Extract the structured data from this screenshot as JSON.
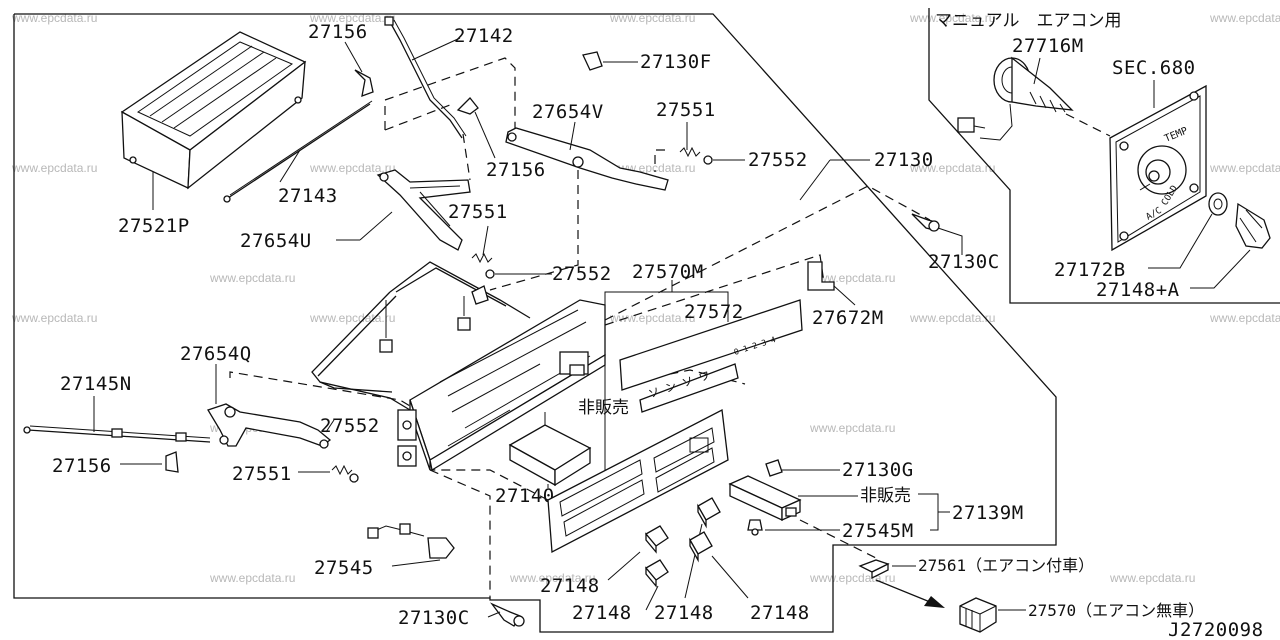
{
  "diagram": {
    "code": "J2720098",
    "watermark_text": "www.epcdata.ru",
    "inset_title": "マニュアル　エアコン用",
    "section_ref": "SEC.680",
    "knob_labels": {
      "temp": "TEMP",
      "cold": "COLD",
      "ac": "A/C"
    },
    "part_labels": {
      "p27156_top": "27156",
      "p27142": "27142",
      "p27130F": "27130F",
      "p27716M": "27716M",
      "p27654V": "27654V",
      "p27551_top": "27551",
      "p27156_mid": "27156",
      "p27552_top": "27552",
      "p27130": "27130",
      "p27143": "27143",
      "p27521P": "27521P",
      "p27551_mid": "27551",
      "p27654U": "27654U",
      "p27570M": "27570M",
      "p27552_mid": "27552",
      "p27130C_right": "27130C",
      "p27172B": "27172B",
      "p27148A": "27148+A",
      "p27572": "27572",
      "p27672M": "27672M",
      "p27654Q": "27654Q",
      "not_for_sale_1": "非販売",
      "p27145N": "27145N",
      "p27552_low": "27552",
      "p27156_low": "27156",
      "p27551_low": "27551",
      "p27140": "27140",
      "p27130G": "27130G",
      "not_for_sale_2": "非販売",
      "p27139M": "27139M",
      "p27545M": "27545M",
      "p27545": "27545",
      "p27148_a": "27148",
      "p27148_b": "27148",
      "p27148_c": "27148",
      "p27148_d": "27148",
      "p27561": "27561（エアコン付車）",
      "p27130C_bottom": "27130C",
      "p27570": "27570（エアコン無車）"
    },
    "panel_marks": {
      "fan_scale": "0 1 2 3 4",
      "mode_marks": "ソ ン ソ ワ"
    }
  }
}
